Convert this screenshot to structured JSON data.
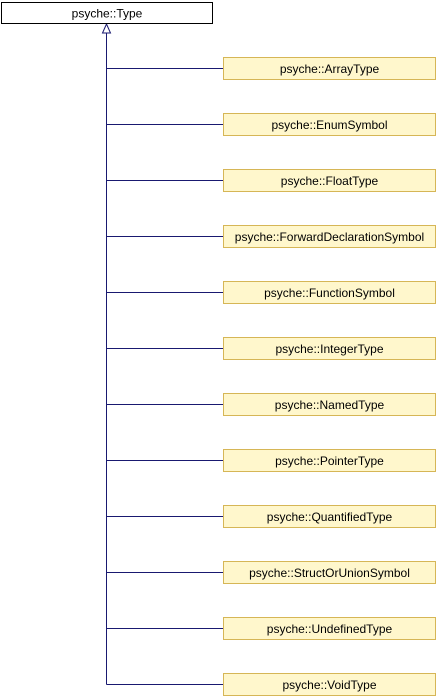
{
  "diagram": {
    "base_class": {
      "label": "psyche::Type"
    },
    "derived_classes": [
      {
        "label": "psyche::ArrayType"
      },
      {
        "label": "psyche::EnumSymbol"
      },
      {
        "label": "psyche::FloatType"
      },
      {
        "label": "psyche::ForwardDeclarationSymbol"
      },
      {
        "label": "psyche::FunctionSymbol"
      },
      {
        "label": "psyche::IntegerType"
      },
      {
        "label": "psyche::NamedType"
      },
      {
        "label": "psyche::PointerType"
      },
      {
        "label": "psyche::QuantifiedType"
      },
      {
        "label": "psyche::StructOrUnionSymbol"
      },
      {
        "label": "psyche::UndefinedType"
      },
      {
        "label": "psyche::VoidType"
      }
    ]
  },
  "colors": {
    "edge": "#191970",
    "base_fill": "#ffffff",
    "base_border": "#000000",
    "derived_fill": "#fff7cc",
    "derived_border": "#d6b656"
  }
}
